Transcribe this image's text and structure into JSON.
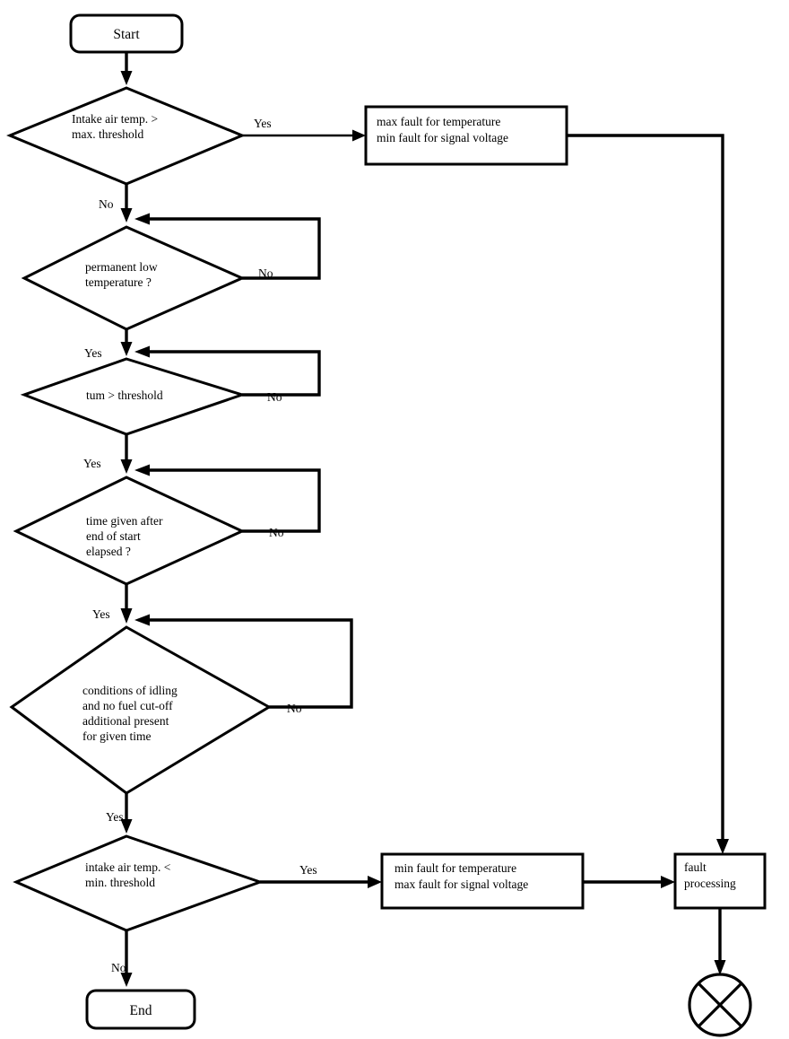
{
  "diagram": {
    "title": "Intake air temperature sensor fault diagnosis flowchart",
    "colors": {
      "background": "#ffffff",
      "stroke": "#000000",
      "fill": "#ffffff"
    },
    "nodes": {
      "start": {
        "label": "Start",
        "type": "terminator"
      },
      "end": {
        "label": "End",
        "type": "terminator"
      },
      "d1": {
        "type": "decision",
        "lines": [
          "Intake air temp. >",
          "max. threshold"
        ]
      },
      "d2": {
        "type": "decision",
        "lines": [
          "permanent low",
          "temperature ?"
        ]
      },
      "d3": {
        "type": "decision",
        "lines": [
          "tum > threshold"
        ]
      },
      "d4": {
        "type": "decision",
        "lines": [
          "time given after",
          "end of start",
          "elapsed ?"
        ]
      },
      "d5": {
        "type": "decision",
        "lines": [
          "conditions of idling",
          "and no fuel cut-off",
          "additional present",
          "for given time"
        ]
      },
      "d6": {
        "type": "decision",
        "lines": [
          "intake air temp. <",
          "min. threshold"
        ]
      },
      "p_max": {
        "type": "process",
        "lines": [
          "max fault for temperature",
          "min fault for signal voltage"
        ]
      },
      "p_min": {
        "type": "process",
        "lines": [
          "min fault for temperature",
          "max fault for signal voltage"
        ]
      },
      "p_fault": {
        "type": "process",
        "lines": [
          "fault",
          "processing"
        ]
      },
      "exit": {
        "type": "connector-circle-x",
        "label": ""
      }
    },
    "edge_labels": {
      "d1_yes": "Yes",
      "d1_no": "No",
      "d2_no": "No",
      "d2_yes": "Yes",
      "d3_no": "No",
      "d3_yes": "Yes",
      "d4_no": "No",
      "d4_yes": "Yes",
      "d5_no": "No",
      "d5_yes": "Yes",
      "d6_yes": "Yes",
      "d6_no": "No"
    }
  }
}
